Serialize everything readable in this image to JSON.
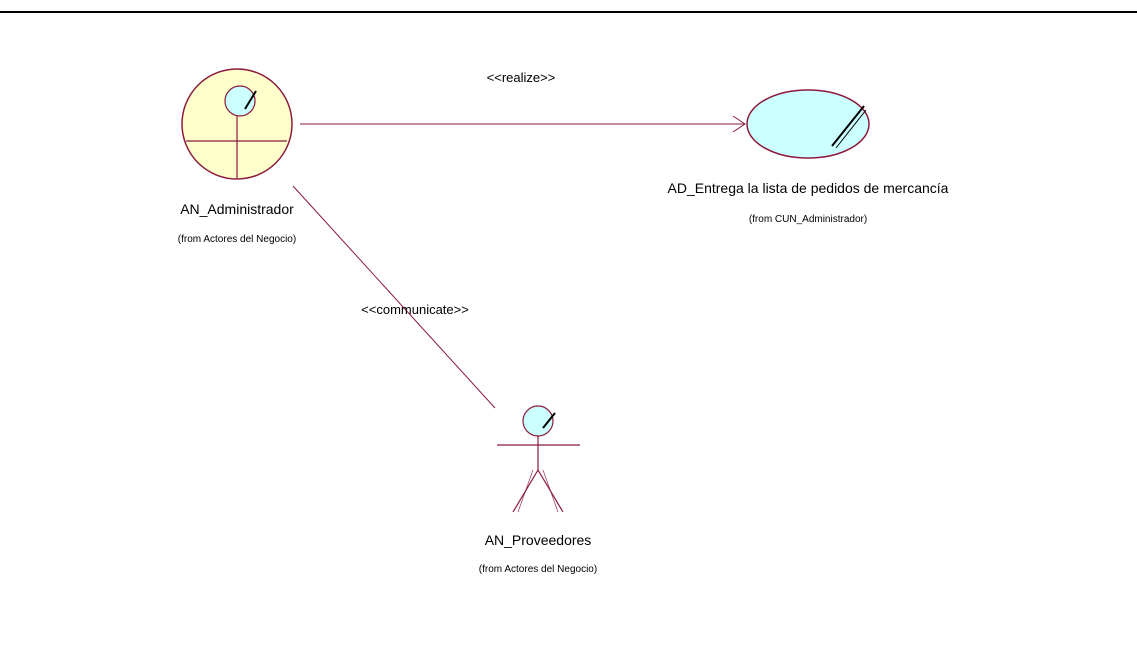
{
  "colors": {
    "line": "#8b1a3c",
    "actor_fill": "#ffffcc",
    "head_fill": "#ccffff",
    "usecase_fill": "#ccffff",
    "top_border": "#000000"
  },
  "actors": [
    {
      "name": "AN_Administrador",
      "origin": "(from Actores del Negocio)",
      "kind": "business-actor"
    },
    {
      "name": "AN_Proveedores",
      "origin": "(from Actores del Negocio)",
      "kind": "actor"
    }
  ],
  "use_case": {
    "name": "AD_Entrega la lista de pedidos de mercancía",
    "origin": "(from CUN_Administrador)"
  },
  "relations": [
    {
      "stereotype": "<<realize>>",
      "from": "AN_Administrador",
      "to": "AD_Entrega la lista de pedidos de mercancía"
    },
    {
      "stereotype": "<<communicate>>",
      "from": "AN_Administrador",
      "to": "AN_Proveedores"
    }
  ]
}
